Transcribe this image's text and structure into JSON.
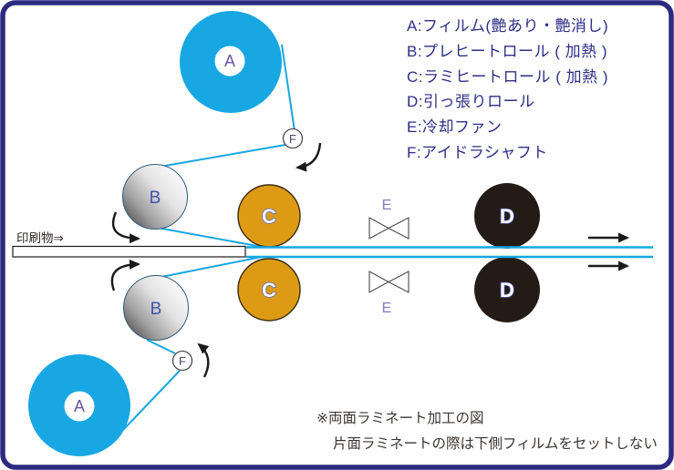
{
  "diagram": {
    "title_hint": "double-side-lamination-process-diagram",
    "legend": {
      "items": [
        "A:フィルム(艶あり・艶消し)",
        "B:プレヒートロール ( 加熱 )",
        "C:ラミヒートロール ( 加熱 )",
        "D:引っ張りロール",
        "E:冷却ファン",
        "F:アイドラシャフト"
      ]
    },
    "labels": {
      "film": "A",
      "preheat": "B",
      "laminate": "C",
      "pull": "D",
      "fan": "E",
      "idler": "F"
    },
    "material_label": "印刷物⇒",
    "notes": [
      "※両面ラミネート加工の図",
      "片面ラミネートの際は下側フィルムをセットしない"
    ],
    "colors": {
      "border": "#2b2b80",
      "film_cyan": "#17a7e2",
      "laminate_roll_orange": "#dd9b15",
      "pull_roll_black": "#241b16",
      "legend_text": "#2e2e87",
      "arrow_black": "#1a1a1a"
    }
  }
}
